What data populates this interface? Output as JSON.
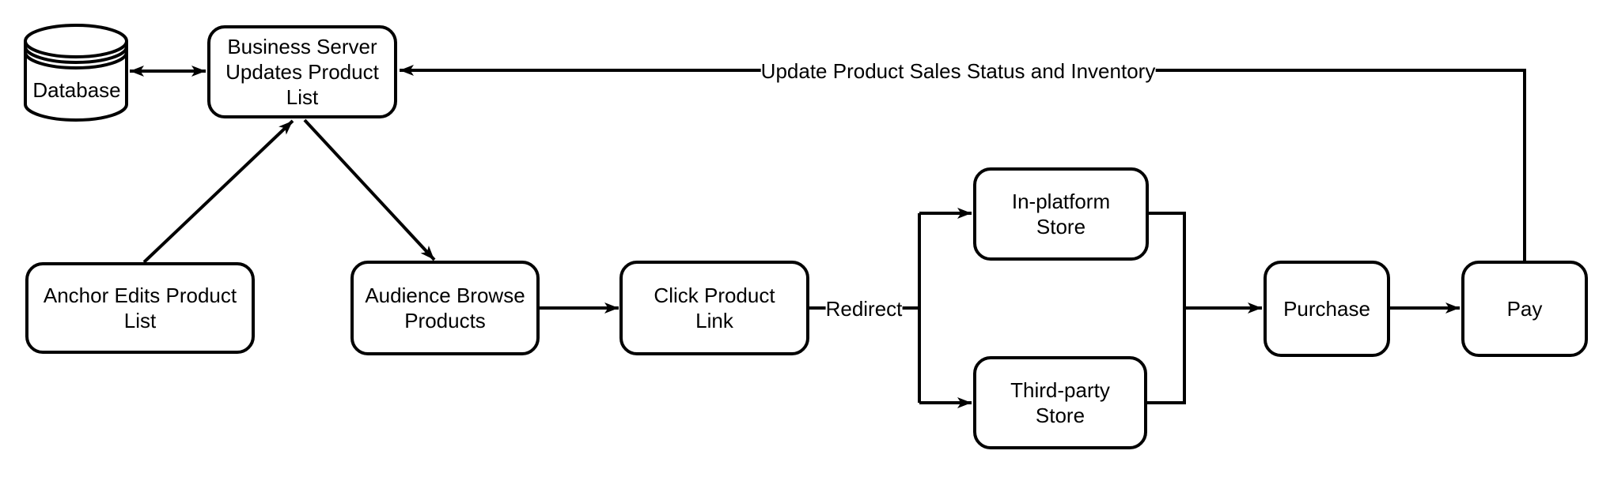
{
  "diagram": {
    "type": "flowchart",
    "colors": {
      "stroke": "#000000",
      "background": "#ffffff",
      "text": "#000000"
    },
    "nodes": {
      "database": {
        "label": "Database",
        "shape": "cylinder"
      },
      "business_server": {
        "label": "Business Server\nUpdates Product\nList",
        "shape": "rounded-rect"
      },
      "anchor_edits": {
        "label": "Anchor Edits Product\nList",
        "shape": "rounded-rect"
      },
      "audience_browse": {
        "label": "Audience Browse\nProducts",
        "shape": "rounded-rect"
      },
      "click_product_link": {
        "label": "Click Product\nLink",
        "shape": "rounded-rect"
      },
      "in_platform_store": {
        "label": "In-platform\nStore",
        "shape": "rounded-rect"
      },
      "third_party_store": {
        "label": "Third-party\nStore",
        "shape": "rounded-rect"
      },
      "purchase": {
        "label": "Purchase",
        "shape": "rounded-rect"
      },
      "pay": {
        "label": "Pay",
        "shape": "rounded-rect"
      }
    },
    "edge_labels": {
      "redirect": "Redirect",
      "update_status": "Update Product Sales Status and Inventory"
    },
    "edges": [
      {
        "from": "database",
        "to": "business_server",
        "style": "double-arrow"
      },
      {
        "from": "anchor_edits",
        "to": "business_server",
        "style": "arrow"
      },
      {
        "from": "business_server",
        "to": "audience_browse",
        "style": "arrow"
      },
      {
        "from": "audience_browse",
        "to": "click_product_link",
        "style": "arrow"
      },
      {
        "from": "click_product_link",
        "to": "in_platform_store",
        "style": "arrow",
        "label": "Redirect"
      },
      {
        "from": "click_product_link",
        "to": "third_party_store",
        "style": "arrow",
        "label": "Redirect"
      },
      {
        "from": "in_platform_store",
        "to": "purchase",
        "style": "arrow"
      },
      {
        "from": "third_party_store",
        "to": "purchase",
        "style": "arrow"
      },
      {
        "from": "purchase",
        "to": "pay",
        "style": "arrow"
      },
      {
        "from": "pay",
        "to": "business_server",
        "style": "arrow",
        "label": "Update Product Sales Status and Inventory"
      }
    ]
  }
}
